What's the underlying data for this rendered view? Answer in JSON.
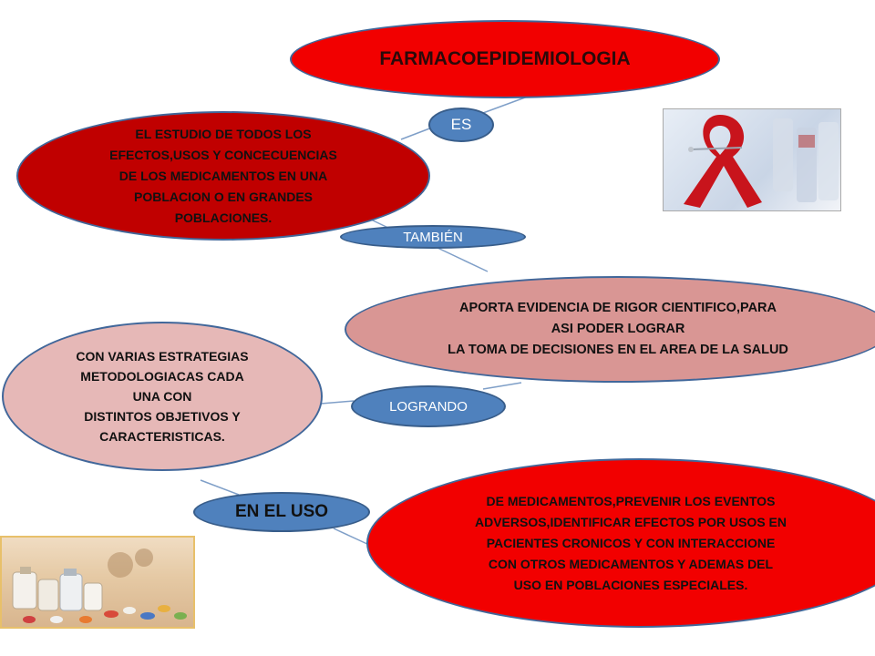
{
  "diagram": {
    "title": "FARMACOEPIDEMIOLOGIA",
    "definition": "EL ESTUDIO DE TODOS LOS\nEFECTOS,USOS Y CONCECUENCIAS\nDE LOS MEDICAMENTOS EN UNA\nPOBLACION O EN GRANDES\nPOBLACIONES.",
    "aporta": "APORTA EVIDENCIA DE RIGOR CIENTIFICO,PARA\nASI PODER LOGRAR\nLA TOMA DE DECISIONES EN EL AREA DE LA SALUD",
    "estrategias": "CON VARIAS ESTRATEGIAS\nMETODOLOGIACAS CADA\nUNA CON\nDISTINTOS OBJETIVOS Y\nCARACTERISTICAS.",
    "medicamentos": "DE MEDICAMENTOS,PREVENIR LOS EVENTOS\nADVERSOS,IDENTIFICAR EFECTOS POR USOS EN\nPACIENTES CRONICOS Y CON INTERACCIONE\nCON OTROS MEDICAMENTOS Y ADEMAS DEL\nUSO EN POBLACIONES ESPECIALES.",
    "labels": {
      "es": "ES",
      "tambien": "TAMBIÉN",
      "logrando": "LOGRANDO",
      "en_el_uso": "EN EL USO"
    }
  },
  "images": {
    "ribbon": "red-ribbon-photo",
    "pills": "pills-photo"
  },
  "colors": {
    "bright_red": "#f20000",
    "dark_red": "#c00000",
    "rose": "#d99694",
    "light_pink": "#e6b8b7",
    "label_blue": "#4f81bd",
    "outline_blue": "#41679a"
  }
}
